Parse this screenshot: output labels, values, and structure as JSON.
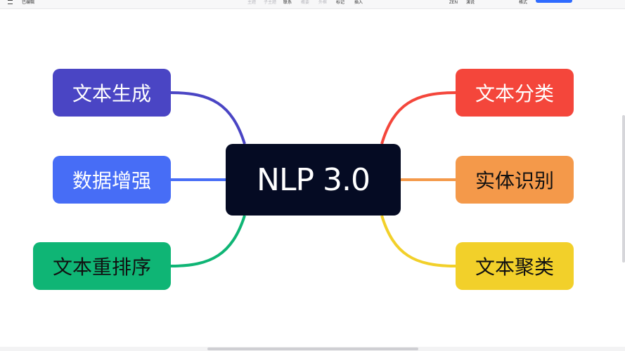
{
  "toolbar": {
    "status": "已编辑",
    "items": [
      {
        "label": "主题",
        "disabled": true
      },
      {
        "label": "子主题",
        "disabled": true
      },
      {
        "label": "联系",
        "disabled": false
      },
      {
        "label": "概要",
        "disabled": true
      },
      {
        "label": "外框",
        "disabled": true
      },
      {
        "label": "标记",
        "disabled": false
      },
      {
        "label": "插入",
        "disabled": false
      }
    ],
    "zen_label": "ZEN",
    "present_label": "演说",
    "format_label": "格式",
    "primary_button": ""
  },
  "mindmap": {
    "root": "NLP 3.0",
    "left": [
      {
        "label": "文本生成",
        "color": "#4a45c4"
      },
      {
        "label": "数据增强",
        "color": "#476df6"
      },
      {
        "label": "文本重排序",
        "color": "#0fb575"
      }
    ],
    "right": [
      {
        "label": "文本分类",
        "color": "#f4463b"
      },
      {
        "label": "实体识别",
        "color": "#f4994a"
      },
      {
        "label": "文本聚类",
        "color": "#f2d02a"
      }
    ]
  },
  "colors": {
    "root_bg": "#050b23",
    "accent": "#2f6bff"
  }
}
